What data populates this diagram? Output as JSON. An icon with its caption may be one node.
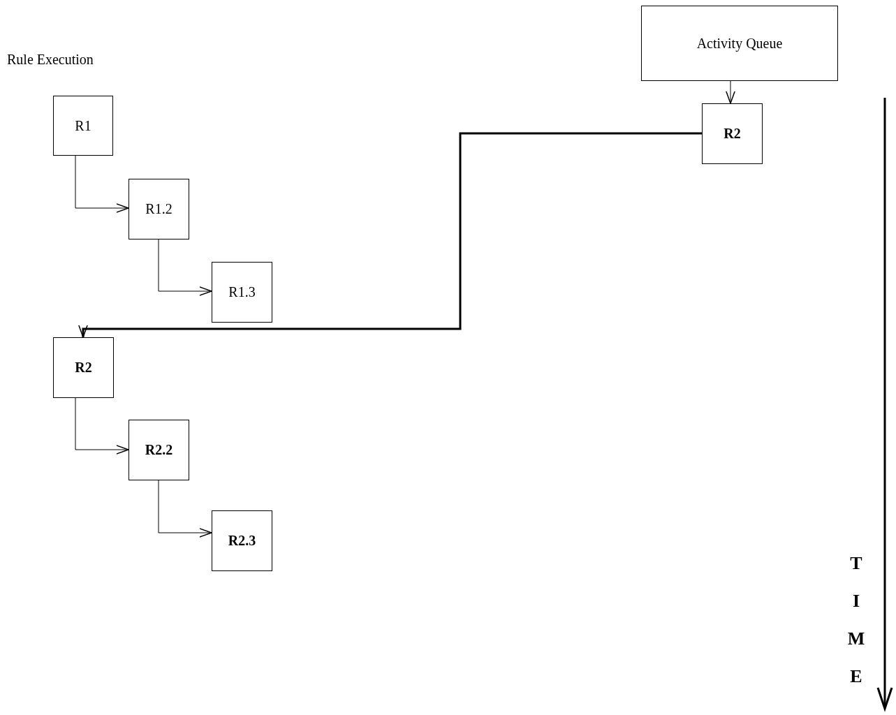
{
  "diagram": {
    "nodes": [
      {
        "text": [
          "Activity Queue"
        ]
      },
      {
        "text": [
          "R2"
        ]
      },
      {
        "text": [
          "R1"
        ]
      },
      {
        "text": [
          "R1.2"
        ]
      },
      {
        "text": [
          "R1.3"
        ]
      },
      {
        "text": [
          "R2"
        ]
      },
      {
        "text": [
          "R2.2"
        ]
      },
      {
        "text": [
          "R2.3"
        ]
      }
    ],
    "edges": [
      {
        "from": 0,
        "to": 1,
        "arrow": "to"
      },
      {
        "from": 1,
        "to": 5,
        "arrow": "to",
        "style": "thick"
      },
      {
        "from": 2,
        "to": 3,
        "arrow": "to"
      },
      {
        "from": 3,
        "to": 4,
        "arrow": "to"
      },
      {
        "from": 5,
        "to": 6,
        "arrow": "to"
      },
      {
        "from": 6,
        "to": 7,
        "arrow": "to"
      }
    ],
    "labels": [
      "Rule Execution",
      "TIME"
    ]
  }
}
